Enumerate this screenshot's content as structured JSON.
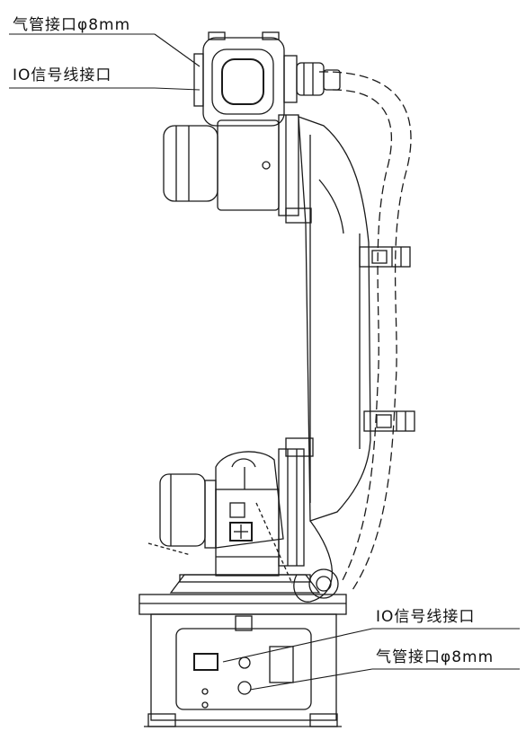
{
  "callouts": {
    "top_air": "气管接口φ8mm",
    "top_io": "IO信号线接口",
    "bottom_io": "IO信号线接口",
    "bottom_air": "气管接口φ8mm"
  },
  "colors": {
    "line": "#1a1a1a",
    "fill": "#ffffff",
    "hatch": "#444444"
  }
}
